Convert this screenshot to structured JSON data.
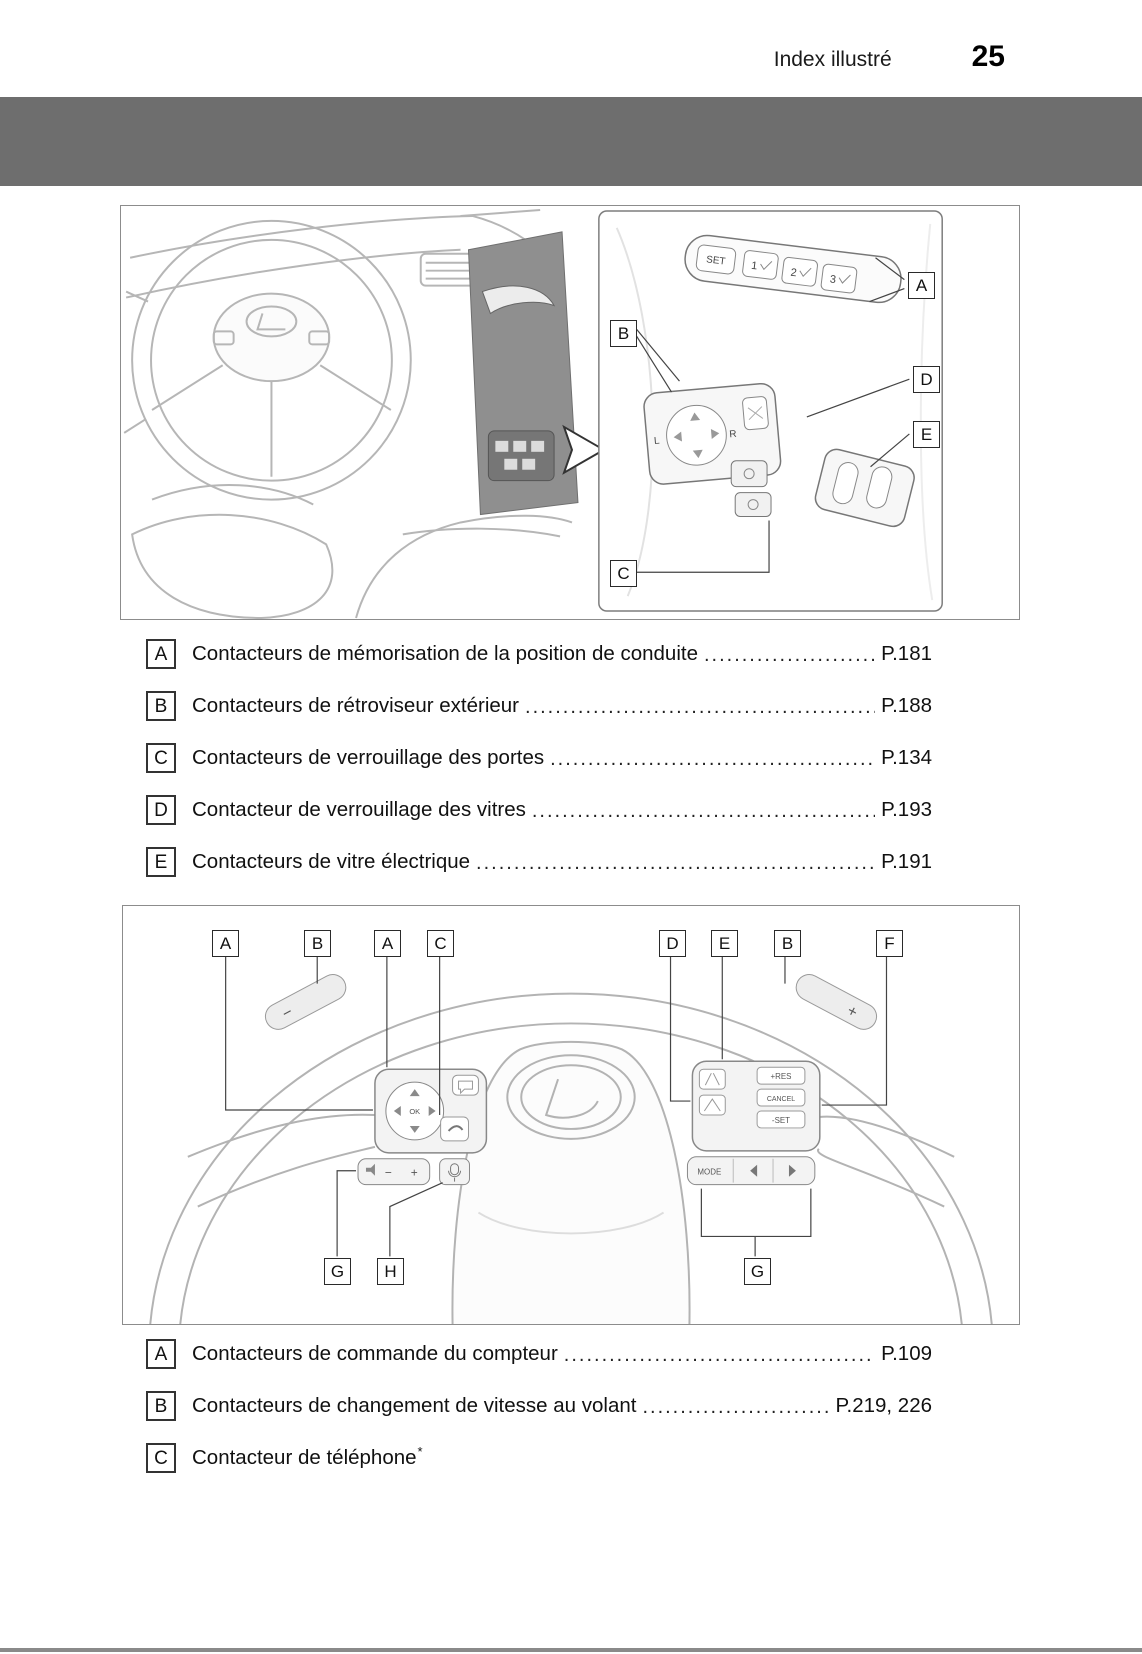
{
  "header": {
    "section_title": "Index illustré",
    "page_number": "25"
  },
  "figure1": {
    "callouts": {
      "a": "A",
      "b": "B",
      "c": "C",
      "d": "D",
      "e": "E"
    },
    "controls": {
      "set": "SET",
      "memory_1": "1",
      "memory_2": "2",
      "memory_3": "3",
      "mirror_left": "L",
      "mirror_right": "R"
    },
    "legend": [
      {
        "label": "A",
        "text": "Contacteurs de mémorisation de la position de conduite",
        "page": "P.181"
      },
      {
        "label": "B",
        "text": "Contacteurs de rétroviseur extérieur",
        "page": "P.188"
      },
      {
        "label": "C",
        "text": "Contacteurs de verrouillage des portes",
        "page": "P.134"
      },
      {
        "label": "D",
        "text": "Contacteur de verrouillage des vitres",
        "page": "P.193"
      },
      {
        "label": "E",
        "text": "Contacteurs de vitre électrique",
        "page": "P.191"
      }
    ]
  },
  "figure2": {
    "callouts_top": [
      "A",
      "B",
      "A",
      "C",
      "D",
      "E",
      "B",
      "F"
    ],
    "callouts_bottom": [
      "G",
      "H",
      "G"
    ],
    "controls": {
      "ok": "OK",
      "mode": "MODE",
      "res": "+RES",
      "cancel": "CANCEL",
      "set": "-SET",
      "paddle_minus": "−",
      "paddle_plus": "+",
      "volume_minus": "−",
      "volume_plus": "+"
    },
    "legend": [
      {
        "label": "A",
        "text": "Contacteurs de commande du compteur",
        "page": "P.109"
      },
      {
        "label": "B",
        "text": "Contacteurs de changement de vitesse au volant",
        "page": "P.219, 226"
      },
      {
        "label": "C",
        "text": "Contacteur de téléphone",
        "note": "*"
      }
    ]
  }
}
